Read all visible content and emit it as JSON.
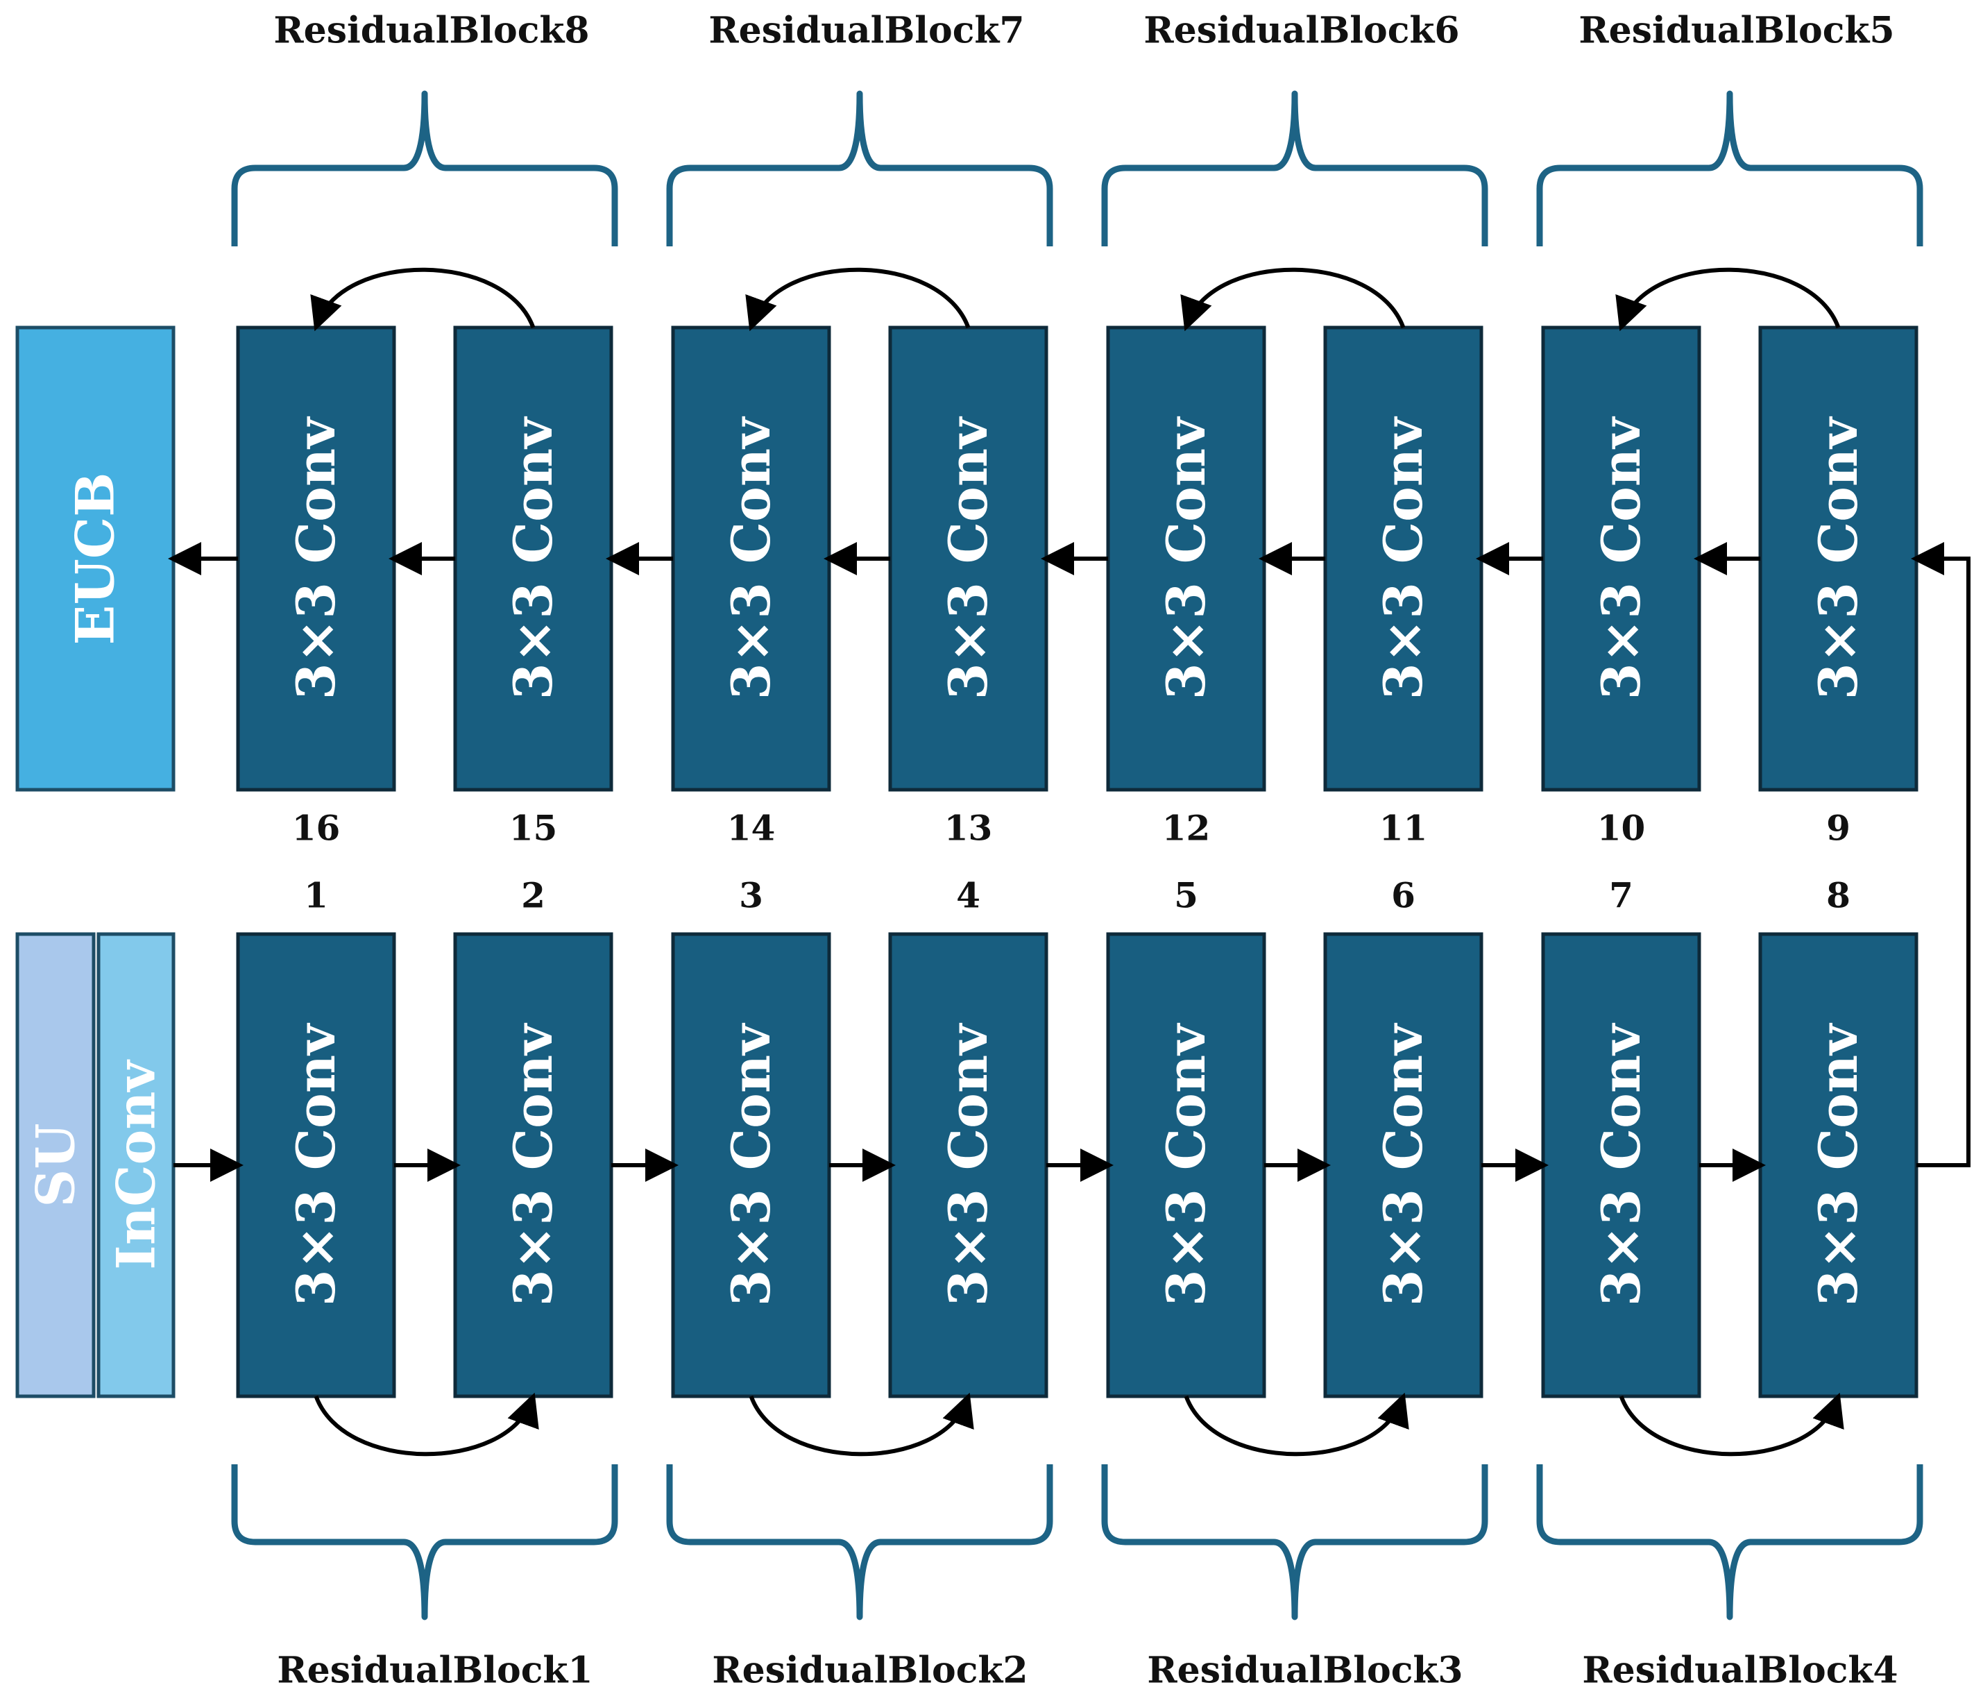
{
  "conv_label": "3×3 Conv",
  "top_row": {
    "numbers": [
      "16",
      "15",
      "14",
      "13",
      "12",
      "11",
      "10",
      "9"
    ],
    "end_block": "EUCB"
  },
  "bottom_row": {
    "numbers": [
      "1",
      "2",
      "3",
      "4",
      "5",
      "6",
      "7",
      "8"
    ],
    "start_blocks": [
      "SU",
      "InConv"
    ]
  },
  "top_blocks": [
    "ResidualBlock8",
    "ResidualBlock7",
    "ResidualBlock6",
    "ResidualBlock5"
  ],
  "bottom_blocks": [
    "ResidualBlock1",
    "ResidualBlock2",
    "ResidualBlock3",
    "ResidualBlock4"
  ],
  "colors": {
    "conv": "#185e80",
    "eucb": "#45b0e1",
    "su": "#a9c8ec",
    "inconv": "#82c9eb",
    "brace": "#1d6385"
  }
}
